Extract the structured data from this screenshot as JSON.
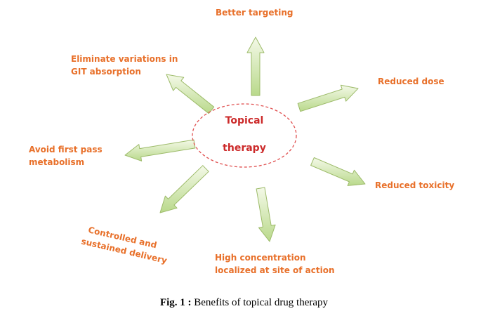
{
  "center": {
    "line1": "Topical",
    "line2": "therapy"
  },
  "benefits": [
    {
      "lines": [
        "Better targeting"
      ]
    },
    {
      "lines": [
        "Reduced dose"
      ]
    },
    {
      "lines": [
        "Reduced toxicity"
      ]
    },
    {
      "lines": [
        "High concentration",
        "localized at site of action"
      ]
    },
    {
      "lines": [
        "Controlled and",
        "sustained delivery"
      ]
    },
    {
      "lines": [
        "Avoid first pass",
        "metabolism"
      ]
    },
    {
      "lines": [
        "Eliminate variations in",
        "GIT absorption"
      ]
    }
  ],
  "caption": {
    "label": "Fig. 1 :",
    "text": "Benefits of topical drug therapy"
  },
  "colors": {
    "label_text": "#e8702a",
    "center_text": "#cc2a2a",
    "ellipse_stroke": "#e05050",
    "arrow_fill_light": "#f4f9e8",
    "arrow_fill_dark": "#b9d98b",
    "arrow_stroke": "#9dbb6a"
  }
}
